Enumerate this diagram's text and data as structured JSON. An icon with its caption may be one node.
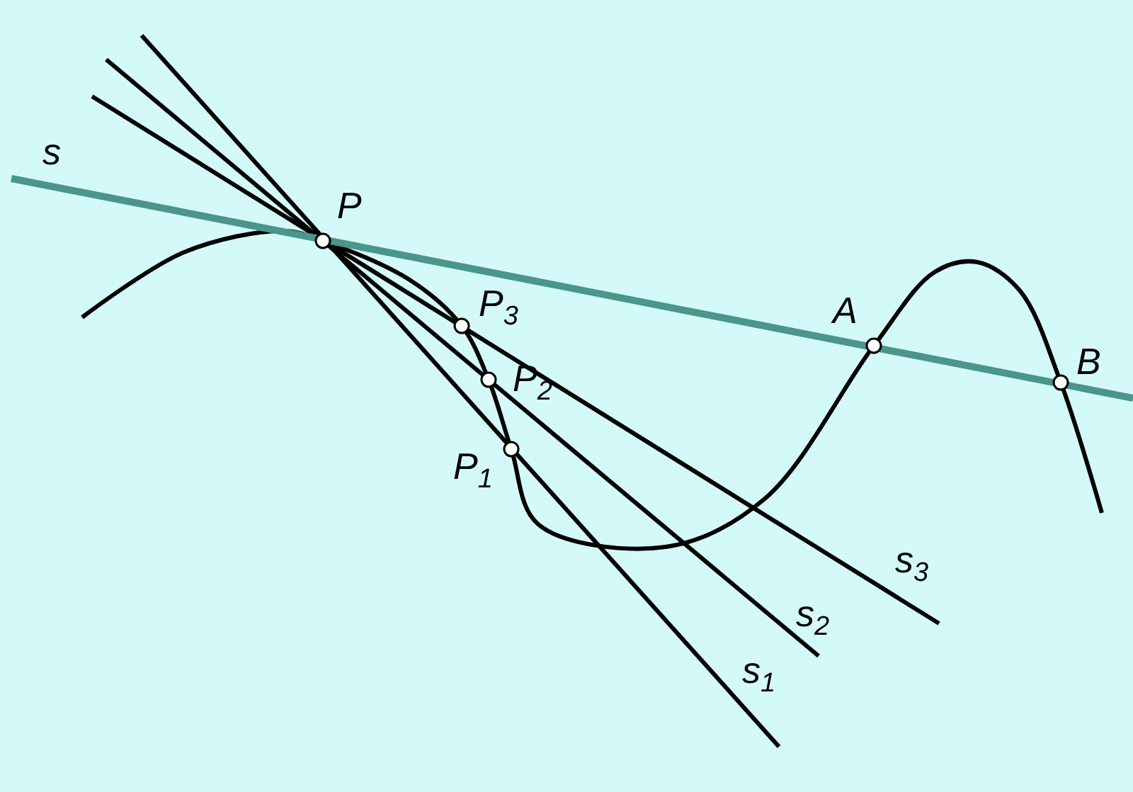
{
  "diagram": {
    "labels": [
      "s",
      "P",
      "A",
      "B",
      "P$_{3}$",
      "P$_{2}$",
      "P$_{1}$",
      "s$_{3}$",
      "s$_{2}$",
      "s$_{1}$"
    ]
  }
}
